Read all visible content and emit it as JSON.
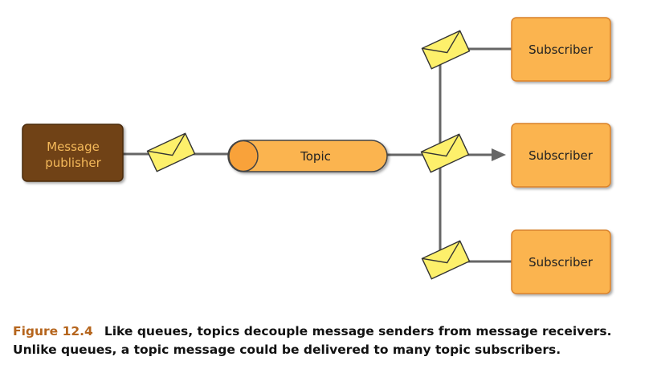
{
  "diagram": {
    "publisher": {
      "label_line1": "Message",
      "label_line2": "publisher"
    },
    "topic": {
      "label": "Topic"
    },
    "subscribers": [
      {
        "label": "Subscriber"
      },
      {
        "label": "Subscriber"
      },
      {
        "label": "Subscriber"
      }
    ],
    "colors": {
      "publisher_fill": "#704214",
      "publisher_text": "#f4b95a",
      "orange_fill": "#fbb450",
      "orange_stroke": "#d9822b",
      "envelope_fill": "#fdf06b",
      "line": "#666666"
    }
  },
  "caption": {
    "figure_number": "Figure 12.4",
    "line1": "Like queues, topics decouple message senders from message receivers.",
    "line2": "Unlike queues, a topic message could be delivered to many topic subscribers."
  }
}
